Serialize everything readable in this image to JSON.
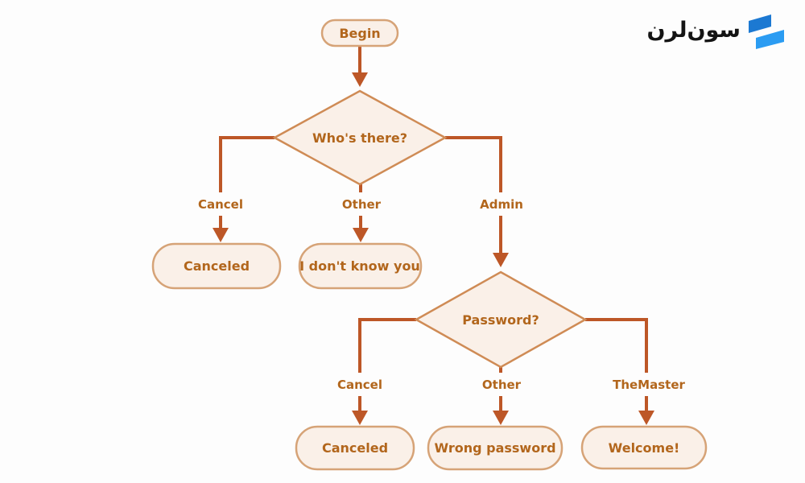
{
  "page": {
    "background_color": "#fdfdfd",
    "description": "Flowchart diagram: prompt flow for Who's there? / Password? decisions"
  },
  "logo": {
    "text": "سون‌لرن",
    "icon": "sevenlearn-logo-icon",
    "text_color": "#141414",
    "icon_color_top": "#1c79d2",
    "icon_color_bottom": "#2b9cf2"
  },
  "flowchart": {
    "type": "flowchart",
    "colors": {
      "node_fill": "#faf0e8",
      "terminal_border": "#d6a377",
      "decision_border": "#cf8b55",
      "node_text": "#b2661c",
      "edge_line": "#bd5727",
      "edge_label_text": "#b2661c"
    },
    "nodes": [
      {
        "id": "begin",
        "type": "terminal",
        "label": "Begin"
      },
      {
        "id": "whos_there",
        "type": "decision",
        "label": "Who's there?"
      },
      {
        "id": "canceled1",
        "type": "terminal",
        "label": "Canceled"
      },
      {
        "id": "dont_know",
        "type": "terminal",
        "label": "I don't know you"
      },
      {
        "id": "password",
        "type": "decision",
        "label": "Password?"
      },
      {
        "id": "canceled2",
        "type": "terminal",
        "label": "Canceled"
      },
      {
        "id": "wrong_password",
        "type": "terminal",
        "label": "Wrong password"
      },
      {
        "id": "welcome",
        "type": "terminal",
        "label": "Welcome!"
      }
    ],
    "edges": [
      {
        "from": "begin",
        "to": "whos_there",
        "label": ""
      },
      {
        "from": "whos_there",
        "to": "canceled1",
        "label": "Cancel"
      },
      {
        "from": "whos_there",
        "to": "dont_know",
        "label": "Other"
      },
      {
        "from": "whos_there",
        "to": "password",
        "label": "Admin"
      },
      {
        "from": "password",
        "to": "canceled2",
        "label": "Cancel"
      },
      {
        "from": "password",
        "to": "wrong_password",
        "label": "Other"
      },
      {
        "from": "password",
        "to": "welcome",
        "label": "TheMaster"
      }
    ]
  }
}
